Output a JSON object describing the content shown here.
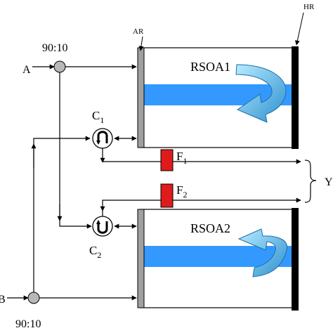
{
  "labels": {
    "coupler_top": "90:10",
    "coupler_bottom": "90:10",
    "input_a": "A",
    "input_b": "B",
    "ar": "AR",
    "hr": "HR",
    "rsoa1": "RSOA1",
    "rsoa2": "RSOA2",
    "c1": {
      "letter": "C",
      "sub": "1"
    },
    "c2": {
      "letter": "C",
      "sub": "2"
    },
    "f1": {
      "letter": "F",
      "sub": "1"
    },
    "f2": {
      "letter": "F",
      "sub": "2"
    },
    "output": "Y"
  },
  "colors": {
    "waveguide": "#3399ff",
    "filter": "#e01b1b",
    "coupler_fill": "#b8b8b8",
    "ar_facet": "#a0a0a0",
    "hr_facet": "#000000",
    "arrow_light": "#8fd8f5",
    "arrow_dark": "#1e7fc0"
  }
}
